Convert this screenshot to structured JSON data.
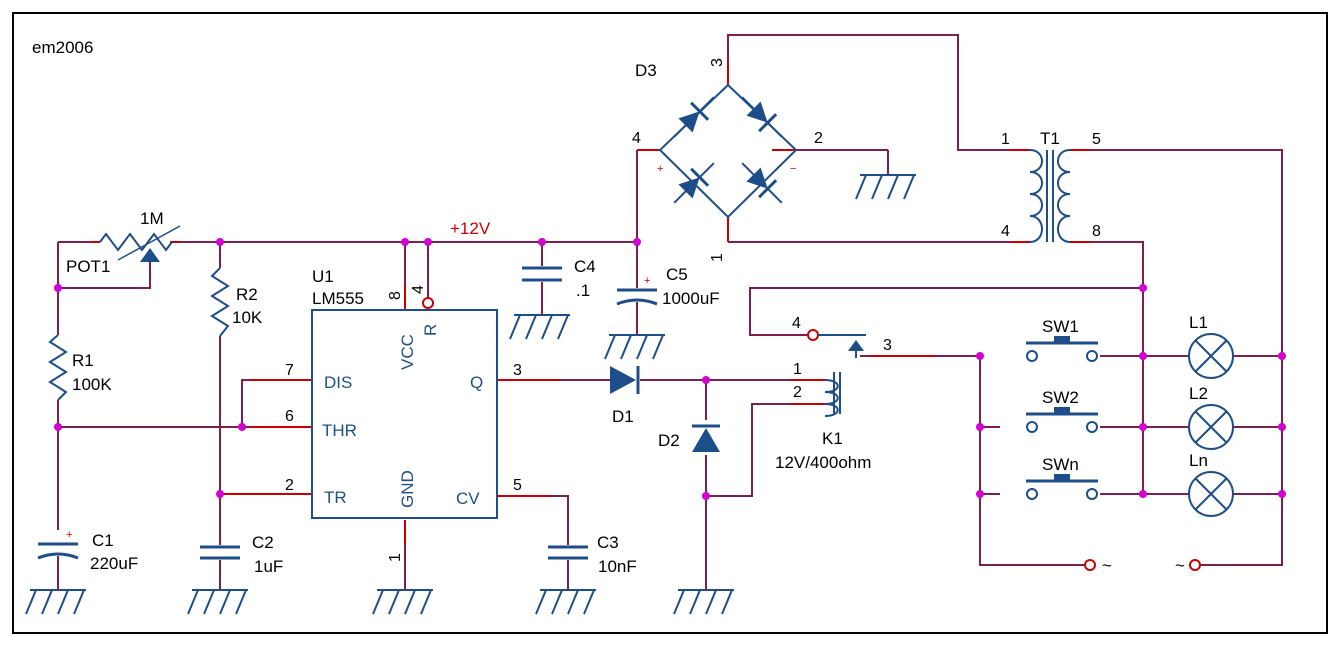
{
  "title": "em2006",
  "colors": {
    "background": "#ffffff",
    "border": "#000000",
    "wire": "#7f1f4f",
    "pin_lead": "#cc0000",
    "component": "#1d4e89",
    "junction": "#d400d4",
    "text": "#000000",
    "net_label": "#cc0000"
  },
  "net_label": "+12V",
  "components": {
    "pot1": {
      "ref": "POT1",
      "value": "1M"
    },
    "r1": {
      "ref": "R1",
      "value": "100K"
    },
    "r2": {
      "ref": "R2",
      "value": "10K"
    },
    "c1": {
      "ref": "C1",
      "value": "220uF",
      "polarity": "+"
    },
    "c2": {
      "ref": "C2",
      "value": "1uF"
    },
    "c3": {
      "ref": "C3",
      "value": "10nF"
    },
    "c4": {
      "ref": "C4",
      "value": ".1"
    },
    "c5": {
      "ref": "C5",
      "value": "1000uF",
      "polarity": "+"
    },
    "u1": {
      "ref": "U1",
      "value": "LM555",
      "pins": {
        "vcc": "VCC",
        "r": "R",
        "dis": "DIS",
        "thr": "THR",
        "tr": "TR",
        "gnd": "GND",
        "cv": "CV",
        "q": "Q"
      },
      "pin_numbers": {
        "vcc": "8",
        "r": "4",
        "dis": "7",
        "thr": "6",
        "tr": "2",
        "gnd": "1",
        "cv": "5",
        "q": "3"
      }
    },
    "d1": {
      "ref": "D1"
    },
    "d2": {
      "ref": "D2"
    },
    "d3": {
      "ref": "D3",
      "pin_numbers": {
        "top": "3",
        "left": "4",
        "right": "2",
        "bottom": "1"
      },
      "plus": "+",
      "minus": "−"
    },
    "k1": {
      "ref": "K1",
      "value": "12V/400ohm",
      "pin_numbers": {
        "nc": "4",
        "com": "3",
        "coil_a": "1",
        "coil_b": "2"
      }
    },
    "t1": {
      "ref": "T1",
      "pin_numbers": {
        "p1": "1",
        "p4": "4",
        "s5": "5",
        "s8": "8"
      }
    },
    "switches": [
      "SW1",
      "SW2",
      "SWn"
    ],
    "lamps": [
      "L1",
      "L2",
      "Ln"
    ]
  },
  "mains": {
    "left": "~",
    "right": "~"
  }
}
